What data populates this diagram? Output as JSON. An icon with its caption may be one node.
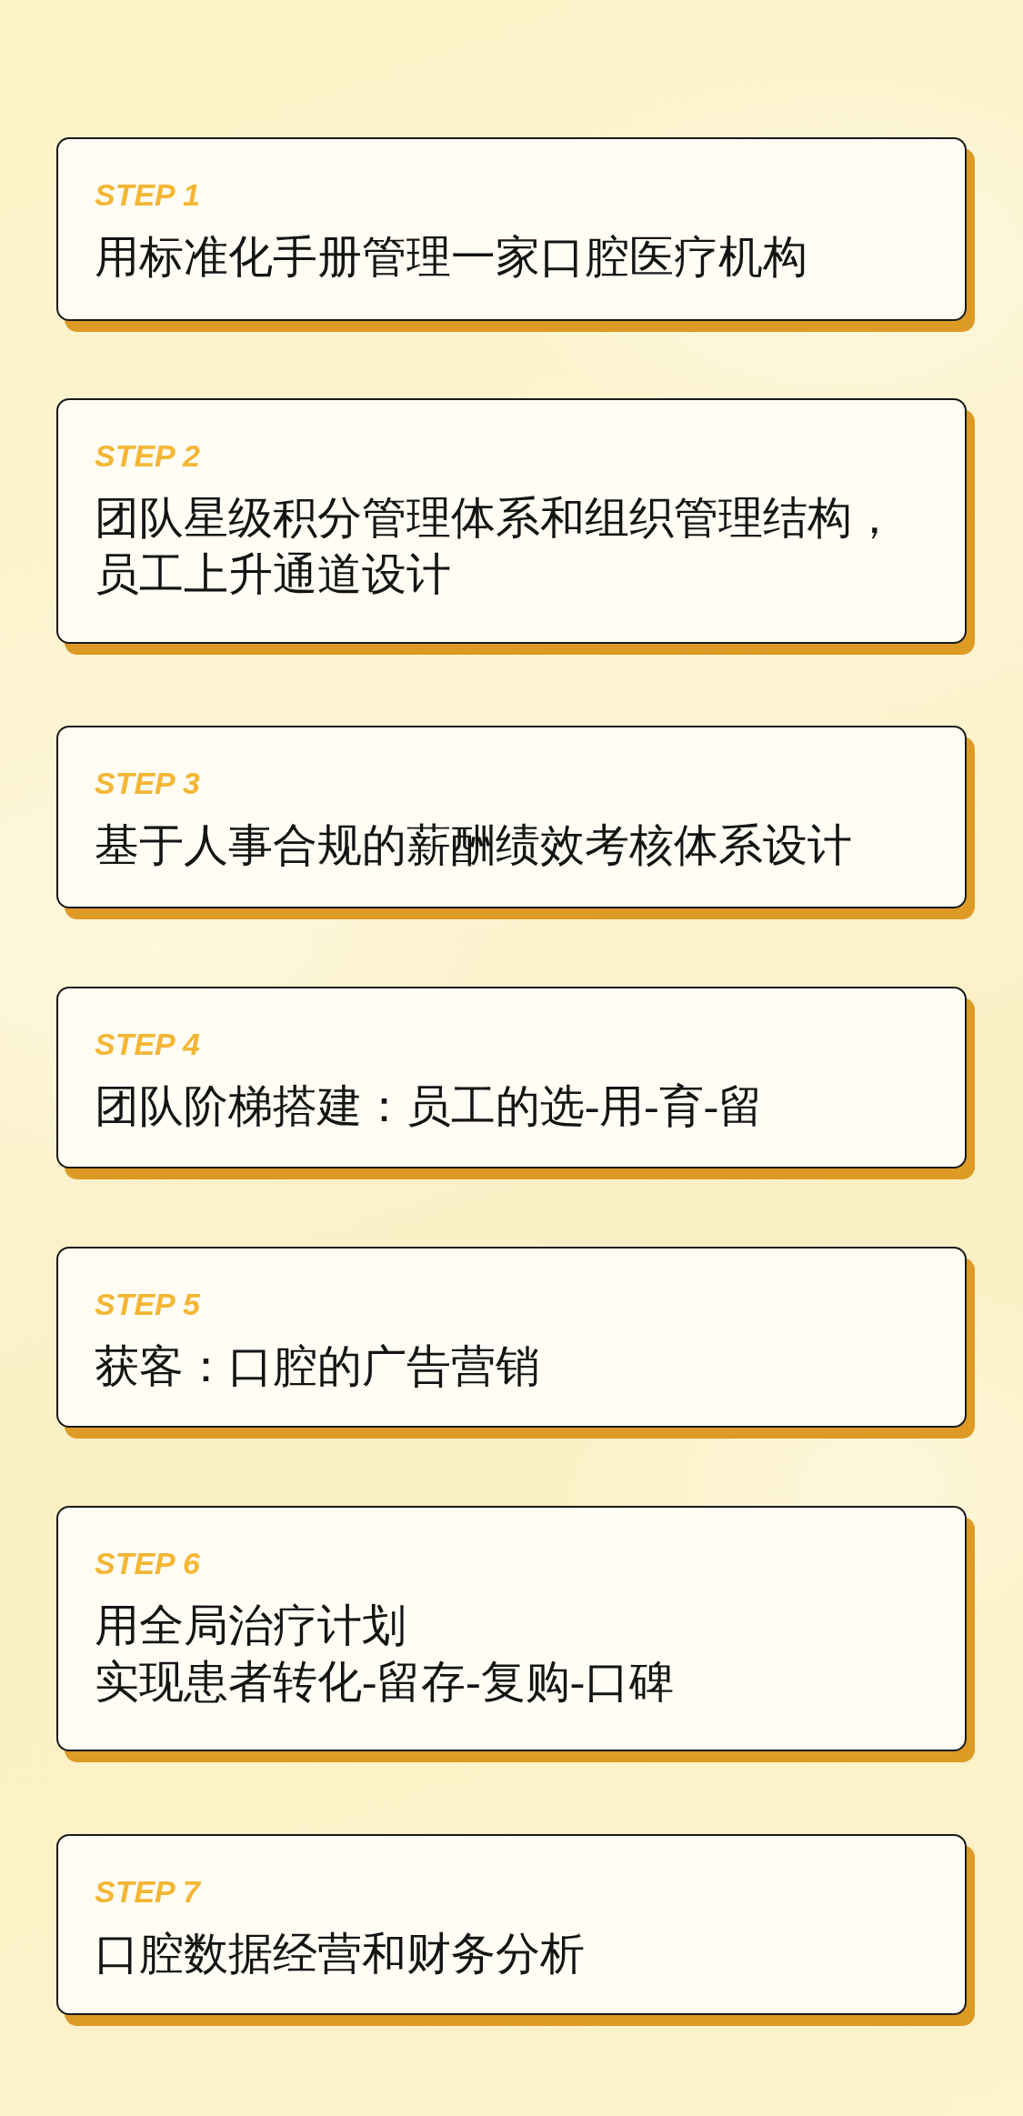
{
  "diagram": {
    "nodes": [
      {
        "text": [
          "STEP 1",
          "用标准化手册管理一家口腔医疗机构"
        ]
      },
      {
        "text": [
          "STEP 2",
          "团队星级积分管理体系和组织管理结构，员工上升通道设计"
        ]
      },
      {
        "text": [
          "STEP 3",
          "基于人事合规的薪酬绩效考核体系设计"
        ]
      },
      {
        "text": [
          "STEP 4",
          "团队阶梯搭建：员工的选-用-育-留"
        ]
      },
      {
        "text": [
          "STEP 5",
          "获客：口腔的广告营销"
        ]
      },
      {
        "text": [
          "STEP 6",
          "用全局治疗计划实现患者转化-留存-复购-口碑"
        ]
      },
      {
        "text": [
          "STEP 7",
          "口腔数据经营和财务分析"
        ]
      }
    ]
  }
}
